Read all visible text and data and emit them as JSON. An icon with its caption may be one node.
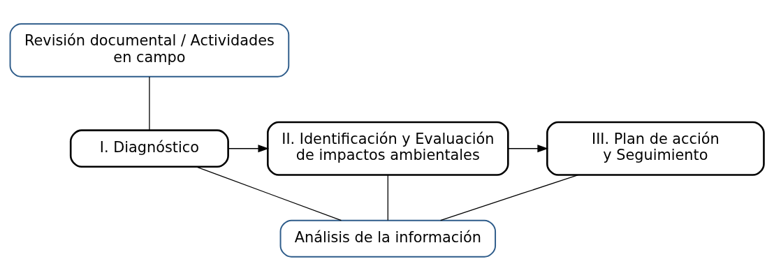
{
  "diagram": {
    "nodes": [
      {
        "text": [
          "Revisión documental / Actividades en campo"
        ]
      },
      {
        "text": [
          "I. Diagnóstico"
        ]
      },
      {
        "text": [
          "II. Identificación y Evaluación de impactos ambientales"
        ]
      },
      {
        "text": [
          "III. Plan de acción y Seguimiento"
        ]
      },
      {
        "text": [
          "Análisis de la información"
        ]
      }
    ],
    "edges": [
      {
        "from": 0,
        "to": 1,
        "arrow": "none"
      },
      {
        "from": 1,
        "to": 2,
        "arrow": "to"
      },
      {
        "from": 2,
        "to": 3,
        "arrow": "to"
      },
      {
        "from": 1,
        "to": 4,
        "arrow": "none"
      },
      {
        "from": 2,
        "to": 4,
        "arrow": "none"
      },
      {
        "from": 3,
        "to": 4,
        "arrow": "none"
      }
    ]
  }
}
